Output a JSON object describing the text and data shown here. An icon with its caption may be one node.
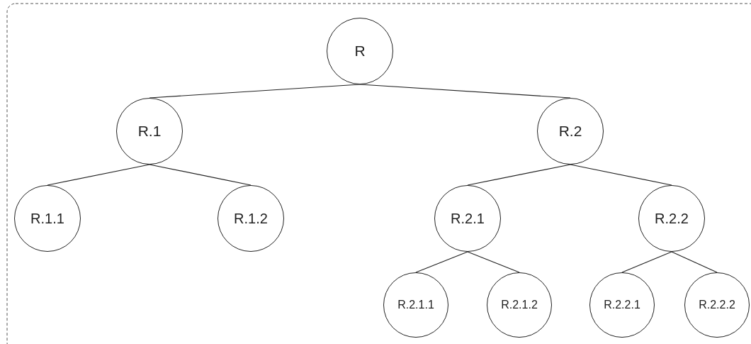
{
  "diagram": {
    "nodes": [
      {
        "text": [
          "R"
        ]
      },
      {
        "text": [
          "R.1"
        ]
      },
      {
        "text": [
          "R.2"
        ]
      },
      {
        "text": [
          "R.1.1"
        ]
      },
      {
        "text": [
          "R.1.2"
        ]
      },
      {
        "text": [
          "R.2.1"
        ]
      },
      {
        "text": [
          "R.2.2"
        ]
      },
      {
        "text": [
          "R.2.1.1"
        ]
      },
      {
        "text": [
          "R.2.1.2"
        ]
      },
      {
        "text": [
          "R.2.2.1"
        ]
      },
      {
        "text": [
          "R.2.2.2"
        ]
      }
    ],
    "edges": [
      {
        "from": 0,
        "to": 1,
        "arrow": "none"
      },
      {
        "from": 0,
        "to": 2,
        "arrow": "none"
      },
      {
        "from": 1,
        "to": 3,
        "arrow": "none"
      },
      {
        "from": 1,
        "to": 4,
        "arrow": "none"
      },
      {
        "from": 2,
        "to": 5,
        "arrow": "none"
      },
      {
        "from": 2,
        "to": 6,
        "arrow": "none"
      },
      {
        "from": 5,
        "to": 7,
        "arrow": "none"
      },
      {
        "from": 5,
        "to": 8,
        "arrow": "none"
      },
      {
        "from": 6,
        "to": 9,
        "arrow": "none"
      },
      {
        "from": 6,
        "to": 10,
        "arrow": "none"
      }
    ]
  }
}
